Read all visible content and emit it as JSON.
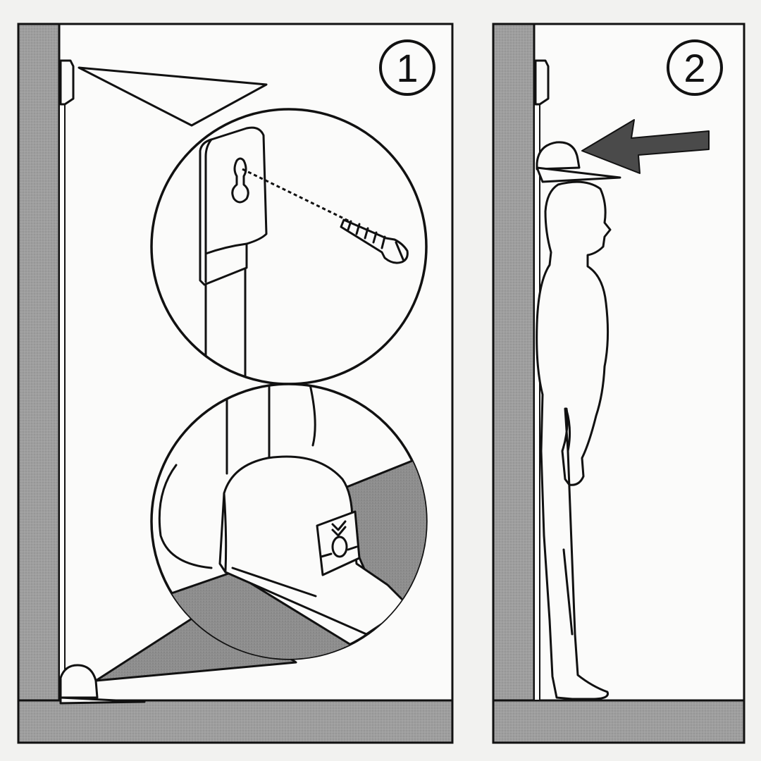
{
  "panels": [
    {
      "step": "1"
    },
    {
      "step": "2"
    }
  ],
  "colors": {
    "paper": "#f2f2f0",
    "ink": "#111111",
    "wall_gray": "#9c9c9c",
    "floor_gray": "#a8a8a8",
    "floor_dark": "#8f8f8f"
  },
  "icons": [
    "step-1-badge",
    "step-2-badge",
    "screw-icon",
    "arrow-icon"
  ]
}
